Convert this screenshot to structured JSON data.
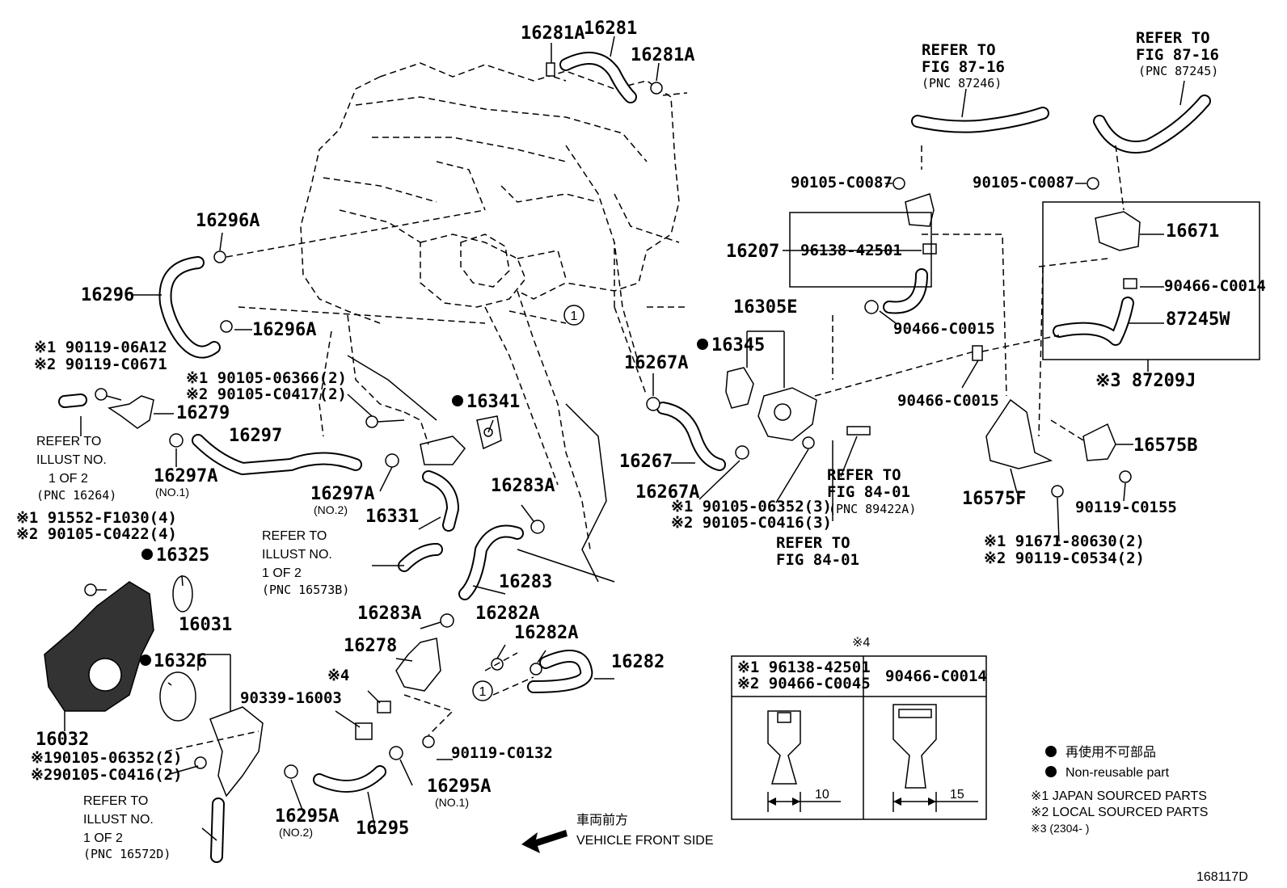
{
  "diagram_id": "168117D",
  "labels": {
    "p16281A_top": "16281A",
    "p16281": "16281",
    "p16281A_right": "16281A",
    "p16296A_top": "16296A",
    "p16296": "16296",
    "p16296A_bot": "16296A",
    "p90119_06A12": "※1 90119-06A12",
    "p90119_C0671": "※2 90119-C0671",
    "p16279": "16279",
    "p16297A_no1": "16297A",
    "no1_a": "(NO.1)",
    "p16297": "16297",
    "p90105_06366": "※1 90105-06366(2)",
    "p90105_C0417": "※2 90105-C0417(2)",
    "p16297A_no2": "16297A",
    "no2_a": "(NO.2)",
    "p16341": "16341",
    "p16331": "16331",
    "p16283A_top": "16283A",
    "p16283": "16283",
    "p16283A_bot": "16283A",
    "p16282A_top": "16282A",
    "p16282A_mid": "16282A",
    "p16282": "16282",
    "p16278": "16278",
    "star4_a": "※4",
    "p90339_16003": "90339-16003",
    "p90119_C0132": "90119-C0132",
    "p16295A_no1": "16295A",
    "no1_b": "(NO.1)",
    "p16295A_no2": "16295A",
    "no2_b": "(NO.2)",
    "p16295": "16295",
    "p91552": "※1 91552-F1030(4)",
    "p90105_C0422": "※2 90105-C0422(4)",
    "p16325": "16325",
    "p16031": "16031",
    "p16326": "16326",
    "p16032": "16032",
    "p90105_06352_b": "※190105-06352(2)",
    "p90105_C0416_b": "※290105-C0416(2)",
    "p16207": "16207",
    "p96138": "96138-42501",
    "p90105_C0087_a": "90105-C0087",
    "p90105_C0087_b": "90105-C0087",
    "p16671": "16671",
    "p90466_C0014": "90466-C0014",
    "p87245W": "87245W",
    "p87209J": "※3 87209J",
    "p90466_C0015_a": "90466-C0015",
    "p90466_C0015_b": "90466-C0015",
    "p16305E": "16305E",
    "p16345": "16345",
    "p16267A_top": "16267A",
    "p16267": "16267",
    "p16267A_bot": "16267A",
    "p90105_06352_a": "※1 90105-06352(3)",
    "p90105_C0416_a": "※2 90105-C0416(3)",
    "p16575B": "16575B",
    "p16575F": "16575F",
    "p90119_C0155": "90119-C0155",
    "p91671": "※1  91671-80630(2)",
    "p90119_C0534": "※2  90119-C0534(2)",
    "circle1": "1"
  },
  "refs": {
    "fig8716_a_1": "REFER TO",
    "fig8716_a_2": "FIG 87-16",
    "fig8716_a_3": "(PNC 87246)",
    "fig8716_b_1": "REFER TO",
    "fig8716_b_2": "FIG 87-16",
    "fig8716_b_3": "(PNC 87245)",
    "fig8401_a_1": "REFER TO",
    "fig8401_a_2": "FIG 84-01",
    "fig8401_a_3": "(PNC 89422A)",
    "fig8401_b_1": "REFER TO",
    "fig8401_b_2": "FIG 84-01",
    "illust_a_1": "REFER TO",
    "illust_a_2": "ILLUST NO.",
    "illust_a_3": "1 OF 2",
    "illust_a_4": "(PNC 16264)",
    "illust_b_1": "REFER TO",
    "illust_b_2": "ILLUST NO.",
    "illust_b_3": "1 OF 2",
    "illust_b_4": "(PNC 16573B)",
    "illust_c_1": "REFER TO",
    "illust_c_2": "ILLUST NO.",
    "illust_c_3": "1 OF 2",
    "illust_c_4": "(PNC 16572D)"
  },
  "detail": {
    "title": "※4",
    "left_1": "※1 96138-42501",
    "left_2": "※2 90466-C0045",
    "right_1": "90466-C0014",
    "dim_left": "10",
    "dim_right": "15"
  },
  "legend": {
    "jp": "再使用不可部品",
    "en": "Non-reusable part",
    "n1": "※1  JAPAN SOURCED PARTS",
    "n2": "※2  LOCAL SOURCED PARTS",
    "n3": "※3 (2304-        )"
  },
  "front": {
    "jp": "車両前方",
    "en": "VEHICLE FRONT SIDE"
  }
}
